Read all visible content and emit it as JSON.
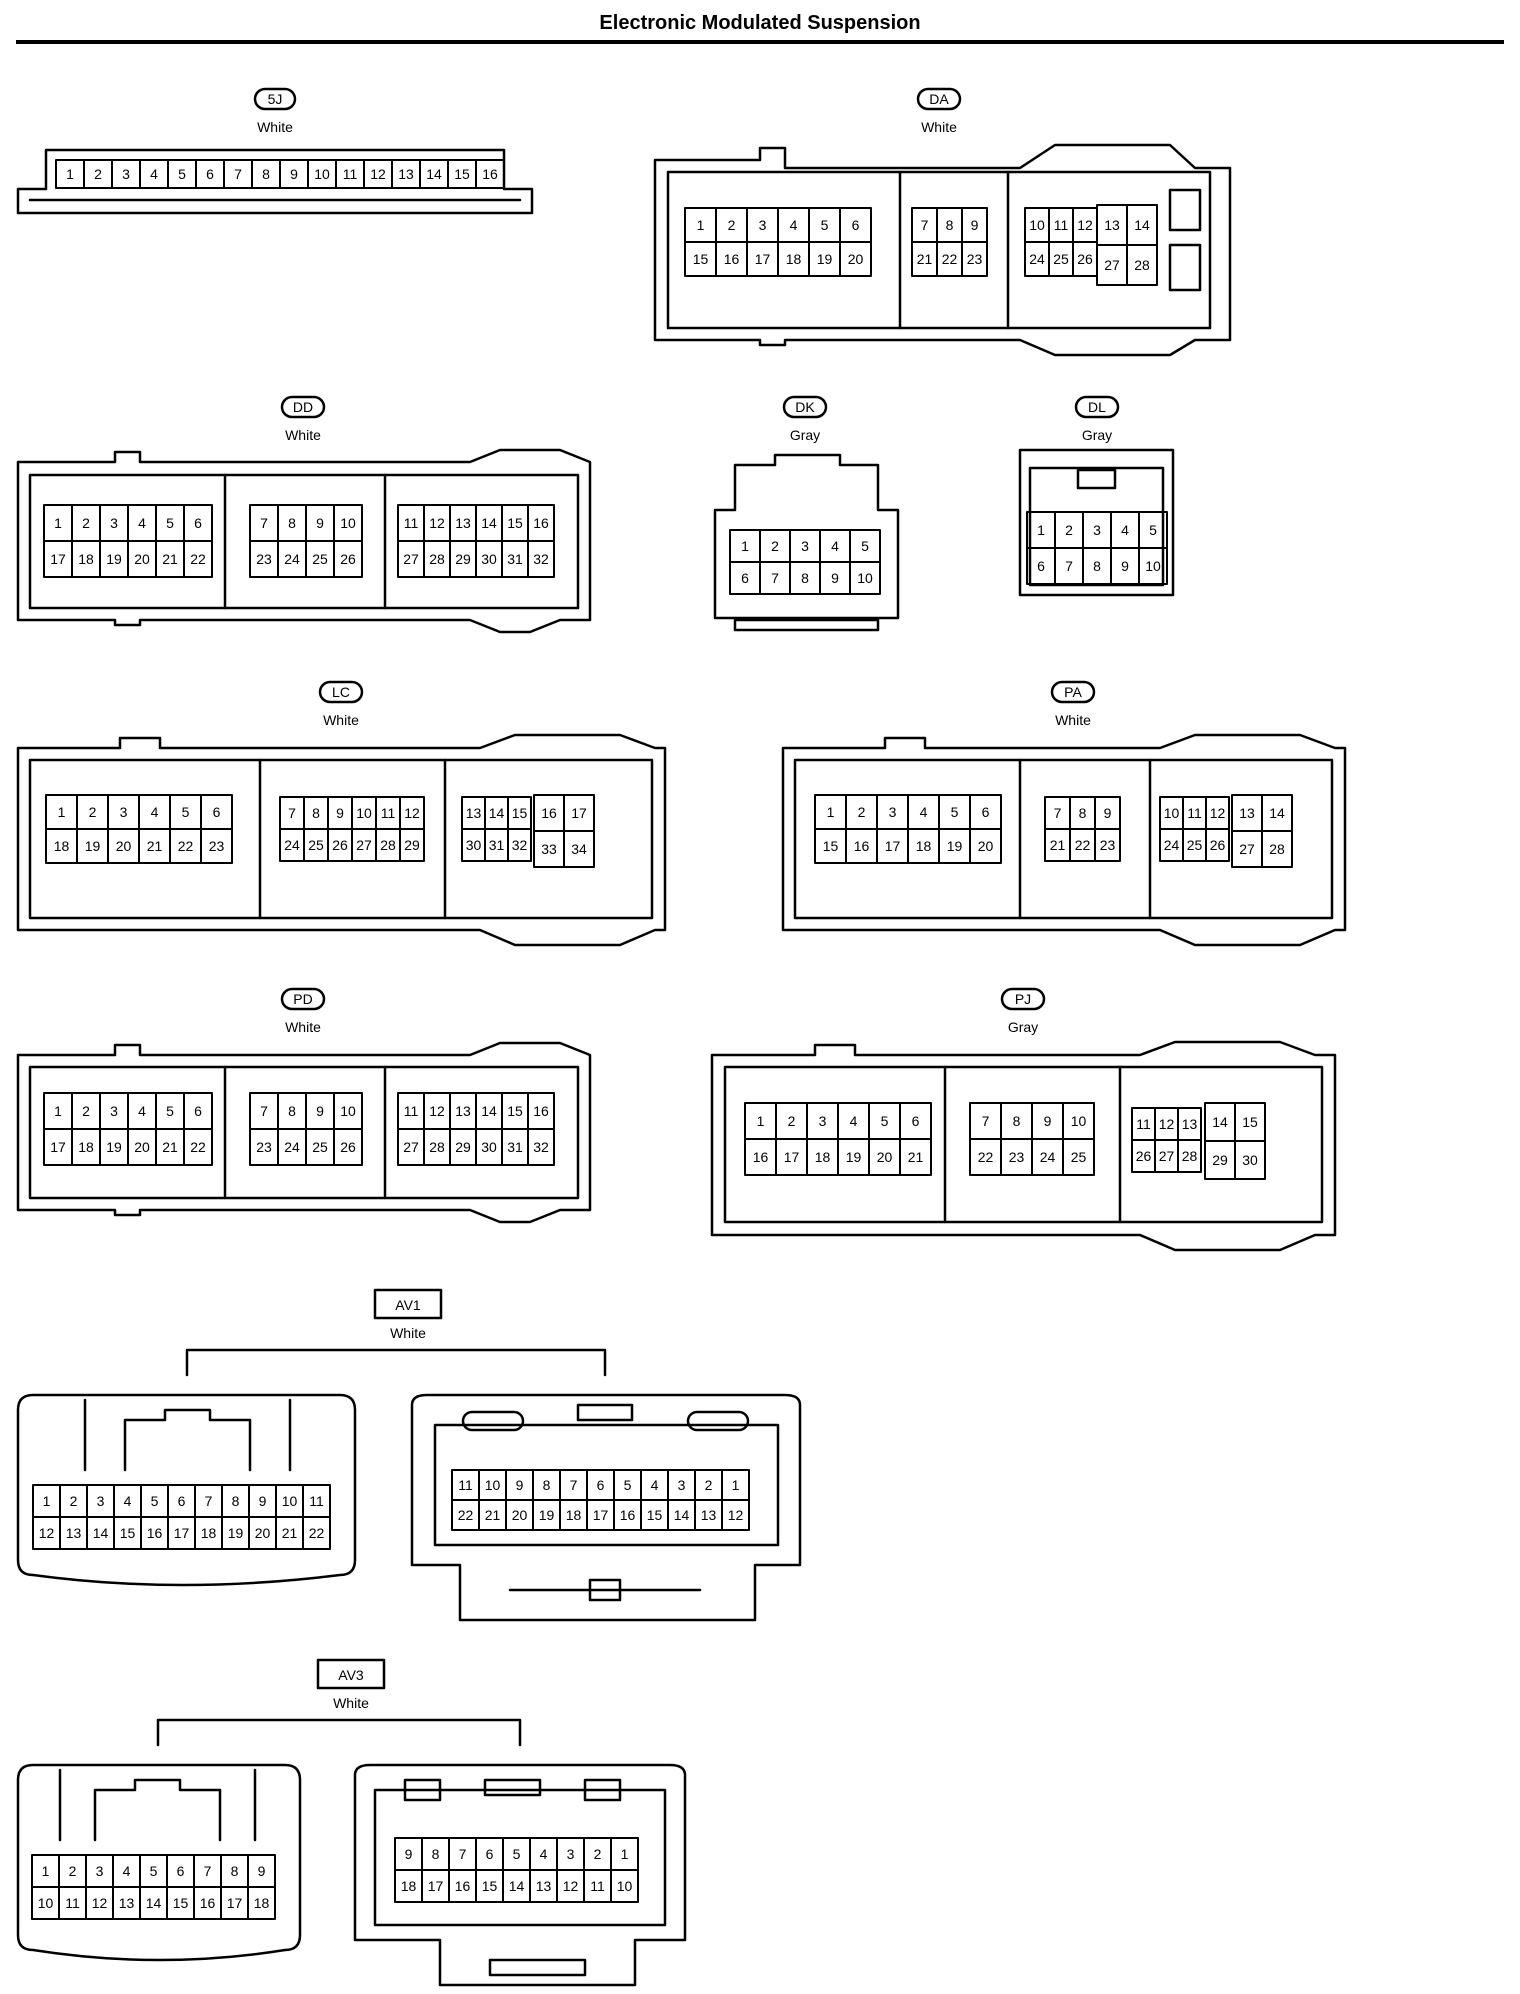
{
  "title": "Electronic Modulated Suspension",
  "connectors": {
    "j5": {
      "code": "5J",
      "color": "White",
      "pins": [
        "1",
        "2",
        "3",
        "4",
        "5",
        "6",
        "7",
        "8",
        "9",
        "10",
        "11",
        "12",
        "13",
        "14",
        "15",
        "16"
      ]
    },
    "da": {
      "code": "DA",
      "color": "White",
      "cells_a": [
        "1",
        "2",
        "3",
        "4",
        "5",
        "6",
        "15",
        "16",
        "17",
        "18",
        "19",
        "20"
      ],
      "cells_b": [
        "7",
        "8",
        "9",
        "21",
        "22",
        "23"
      ],
      "cells_c": [
        "10",
        "11",
        "12",
        "24",
        "25",
        "26"
      ],
      "cells_d": [
        "13",
        "14",
        "27",
        "28"
      ]
    },
    "dd": {
      "code": "DD",
      "color": "White",
      "cells_a": [
        "1",
        "2",
        "3",
        "4",
        "5",
        "6",
        "17",
        "18",
        "19",
        "20",
        "21",
        "22"
      ],
      "cells_b": [
        "7",
        "8",
        "9",
        "10",
        "23",
        "24",
        "25",
        "26"
      ],
      "cells_c": [
        "11",
        "12",
        "13",
        "14",
        "15",
        "16",
        "27",
        "28",
        "29",
        "30",
        "31",
        "32"
      ]
    },
    "dk": {
      "code": "DK",
      "color": "Gray",
      "cells": [
        "1",
        "2",
        "3",
        "4",
        "5",
        "6",
        "7",
        "8",
        "9",
        "10"
      ]
    },
    "dl": {
      "code": "DL",
      "color": "Gray",
      "cells": [
        "1",
        "2",
        "3",
        "4",
        "5",
        "6",
        "7",
        "8",
        "9",
        "10"
      ]
    },
    "lc": {
      "code": "LC",
      "color": "White",
      "cells_a": [
        "1",
        "2",
        "3",
        "4",
        "5",
        "6",
        "18",
        "19",
        "20",
        "21",
        "22",
        "23"
      ],
      "cells_b": [
        "7",
        "8",
        "9",
        "10",
        "11",
        "12",
        "24",
        "25",
        "26",
        "27",
        "28",
        "29"
      ],
      "cells_c": [
        "13",
        "14",
        "15",
        "30",
        "31",
        "32"
      ],
      "cells_d": [
        "16",
        "17",
        "33",
        "34"
      ]
    },
    "pa": {
      "code": "PA",
      "color": "White",
      "cells_a": [
        "1",
        "2",
        "3",
        "4",
        "5",
        "6",
        "15",
        "16",
        "17",
        "18",
        "19",
        "20"
      ],
      "cells_b": [
        "7",
        "8",
        "9",
        "21",
        "22",
        "23"
      ],
      "cells_c": [
        "10",
        "11",
        "12",
        "24",
        "25",
        "26"
      ],
      "cells_d": [
        "13",
        "14",
        "27",
        "28"
      ]
    },
    "pd": {
      "code": "PD",
      "color": "White",
      "cells_a": [
        "1",
        "2",
        "3",
        "4",
        "5",
        "6",
        "17",
        "18",
        "19",
        "20",
        "21",
        "22"
      ],
      "cells_b": [
        "7",
        "8",
        "9",
        "10",
        "23",
        "24",
        "25",
        "26"
      ],
      "cells_c": [
        "11",
        "12",
        "13",
        "14",
        "15",
        "16",
        "27",
        "28",
        "29",
        "30",
        "31",
        "32"
      ]
    },
    "pj": {
      "code": "PJ",
      "color": "Gray",
      "cells_a": [
        "1",
        "2",
        "3",
        "4",
        "5",
        "6",
        "16",
        "17",
        "18",
        "19",
        "20",
        "21"
      ],
      "cells_b": [
        "7",
        "8",
        "9",
        "10",
        "22",
        "23",
        "24",
        "25"
      ],
      "cells_c": [
        "11",
        "12",
        "13",
        "26",
        "27",
        "28"
      ],
      "cells_d": [
        "14",
        "15",
        "29",
        "30"
      ]
    },
    "av1": {
      "code": "AV1",
      "color": "White",
      "left": [
        "1",
        "2",
        "3",
        "4",
        "5",
        "6",
        "7",
        "8",
        "9",
        "10",
        "11",
        "12",
        "13",
        "14",
        "15",
        "16",
        "17",
        "18",
        "19",
        "20",
        "21",
        "22"
      ],
      "right": [
        "11",
        "10",
        "9",
        "8",
        "7",
        "6",
        "5",
        "4",
        "3",
        "2",
        "1",
        "22",
        "21",
        "20",
        "19",
        "18",
        "17",
        "16",
        "15",
        "14",
        "13",
        "12"
      ]
    },
    "av3": {
      "code": "AV3",
      "color": "White",
      "left": [
        "1",
        "2",
        "3",
        "4",
        "5",
        "6",
        "7",
        "8",
        "9",
        "10",
        "11",
        "12",
        "13",
        "14",
        "15",
        "16",
        "17",
        "18"
      ],
      "right": [
        "9",
        "8",
        "7",
        "6",
        "5",
        "4",
        "3",
        "2",
        "1",
        "18",
        "17",
        "16",
        "15",
        "14",
        "13",
        "12",
        "11",
        "10"
      ]
    }
  }
}
